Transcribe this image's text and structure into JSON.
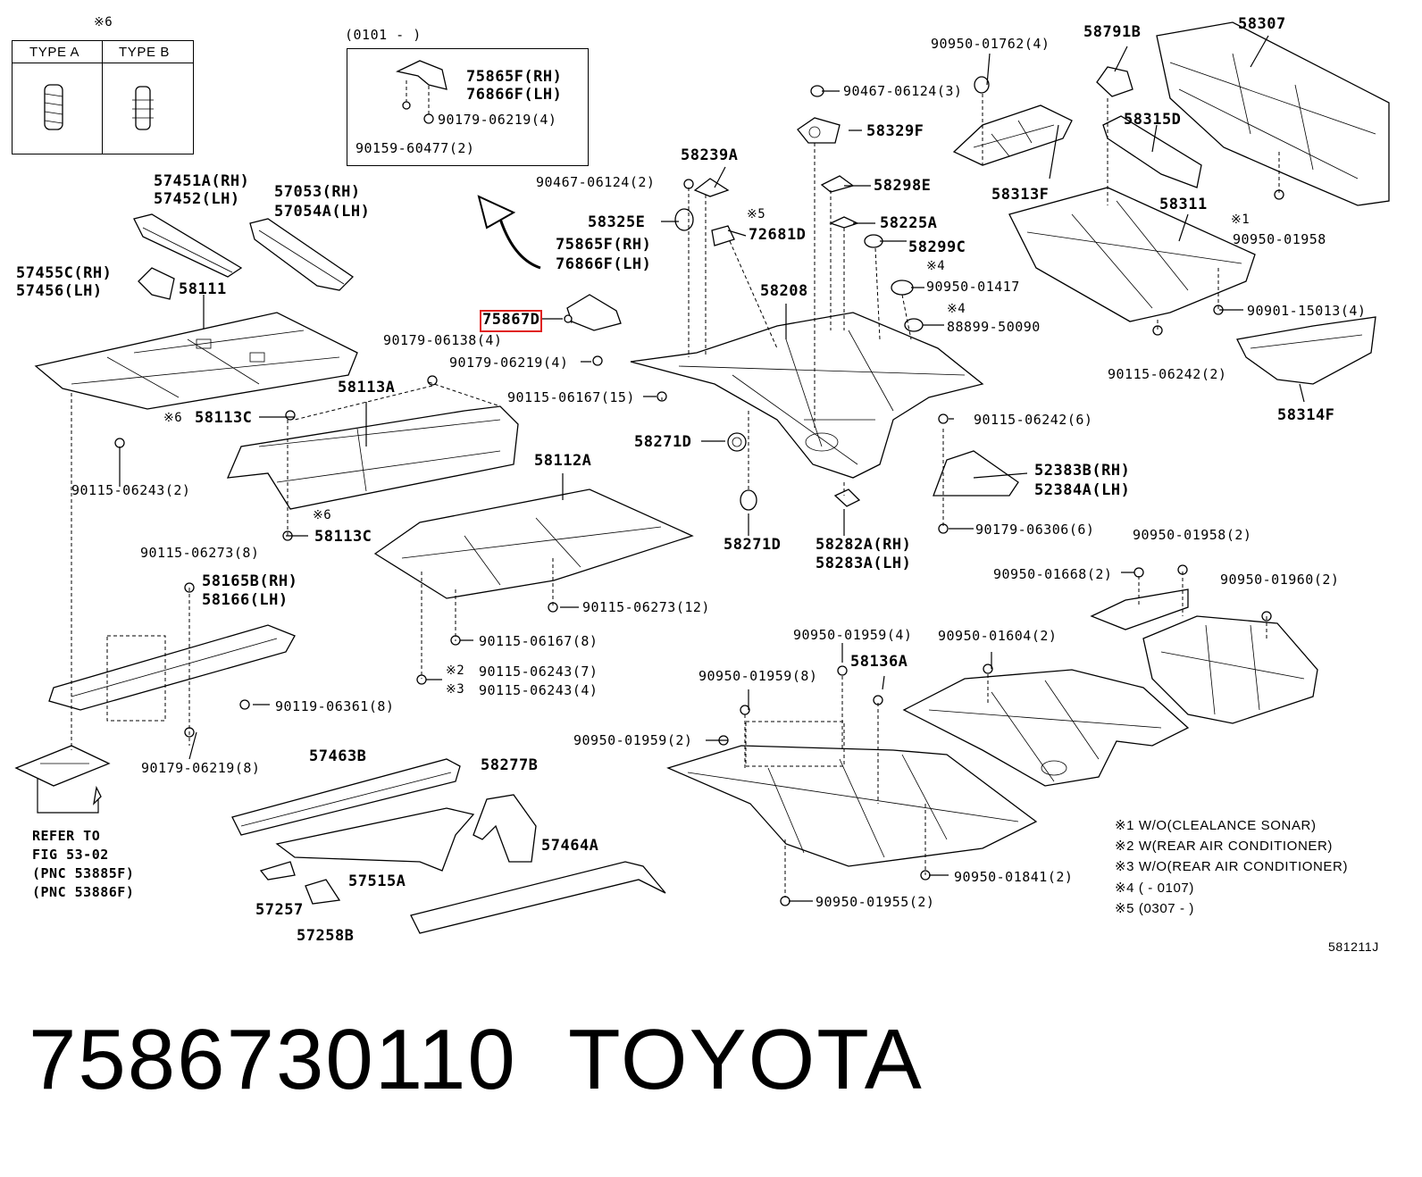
{
  "type_box": {
    "mark": "※6",
    "type_a": "TYPE A",
    "type_b": "TYPE B"
  },
  "inset": {
    "range": "(0101 -        )",
    "label_1": "75865F(RH)",
    "label_2": "76866F(LH)",
    "label_3": "90179-06219(4)",
    "label_4": "90159-60477(2)"
  },
  "labels": {
    "l_57451A": "57451A(RH)",
    "l_57452": "57452(LH)",
    "l_57053": "57053(RH)",
    "l_57054A": "57054A(LH)",
    "l_57455C": "57455C(RH)",
    "l_57456": "57456(LH)",
    "l_58111": "58111",
    "l_58239A": "58239A",
    "l_90467_a": "90467-06124(2)",
    "l_58325E": "58325E",
    "l_mark5": "※5",
    "l_72681D": "72681D",
    "l_75865F": "75865F(RH)",
    "l_76866F": "76866F(LH)",
    "l_75867D": "75867D",
    "l_90179_06138": "90179-06138(4)",
    "l_90179_06219_4": "90179-06219(4)",
    "l_58113A": "58113A",
    "l_90115_06167_15": "90115-06167(15)",
    "l_mark6a": "※6",
    "l_58113C_a": "58113C",
    "l_90115_06243_2": "90115-06243(2)",
    "l_mark6b": "※6",
    "l_58113C_b": "58113C",
    "l_58112A": "58112A",
    "l_90115_06273_8": "90115-06273(8)",
    "l_58165B": "58165B(RH)",
    "l_58166": "58166(LH)",
    "l_90115_06273_12": "90115-06273(12)",
    "l_90115_06167_8": "90115-06167(8)",
    "l_mark2": "※2",
    "l_90115_06243_7": "90115-06243(7)",
    "l_mark3": "※3",
    "l_90115_06243_4": "90115-06243(4)",
    "l_90119_06361": "90119-06361(8)",
    "l_90179_06219_8": "90179-06219(8)",
    "l_refer_1": "REFER TO",
    "l_refer_2": "FIG 53-02",
    "l_refer_3": "(PNC 53885F)",
    "l_refer_4": "(PNC 53886F)",
    "l_57463B": "57463B",
    "l_58277B": "58277B",
    "l_57515A": "57515A",
    "l_57464A": "57464A",
    "l_57257": "57257",
    "l_57258B": "57258B",
    "l_90950_01762": "90950-01762(4)",
    "l_58791B": "58791B",
    "l_58307": "58307",
    "l_90467_b": "90467-06124(3)",
    "l_58329F": "58329F",
    "l_58315D": "58315D",
    "l_58298E": "58298E",
    "l_58313F": "58313F",
    "l_58311": "58311",
    "l_58225A": "58225A",
    "l_mark1": "※1",
    "l_90950_01958": "90950-01958",
    "l_58299C": "58299C",
    "l_mark4a": "※4",
    "l_90950_01417": "90950-01417",
    "l_58208": "58208",
    "l_mark4b": "※4",
    "l_88899": "88899-50090",
    "l_90901": "90901-15013(4)",
    "l_90115_06242_2": "90115-06242(2)",
    "l_58314F": "58314F",
    "l_90115_06242_6": "90115-06242(6)",
    "l_58271D_a": "58271D",
    "l_52383B": "52383B(RH)",
    "l_52384A": "52384A(LH)",
    "l_90179_06306": "90179-06306(6)",
    "l_58271D_b": "58271D",
    "l_58282A": "58282A(RH)",
    "l_58283A": "58283A(LH)",
    "l_90950_01958_2": "90950-01958(2)",
    "l_90950_01668": "90950-01668(2)",
    "l_90950_01960": "90950-01960(2)",
    "l_90950_01959_4": "90950-01959(4)",
    "l_90950_01604": "90950-01604(2)",
    "l_90950_01959_8": "90950-01959(8)",
    "l_58136A": "58136A",
    "l_90950_01959_2": "90950-01959(2)",
    "l_90950_01841": "90950-01841(2)",
    "l_90950_01955": "90950-01955(2)"
  },
  "notes": [
    "※1 W/O(CLEALANCE SONAR)",
    "※2 W(REAR AIR CONDITIONER)",
    "※3 W/O(REAR AIR CONDITIONER)",
    "※4 (        - 0107)",
    "※5 (0307 -        )"
  ],
  "illustration_code": "581211J",
  "footer": {
    "part_number": "7586730110",
    "brand": "TOYOTA"
  },
  "highlight_color": "#e0211e"
}
